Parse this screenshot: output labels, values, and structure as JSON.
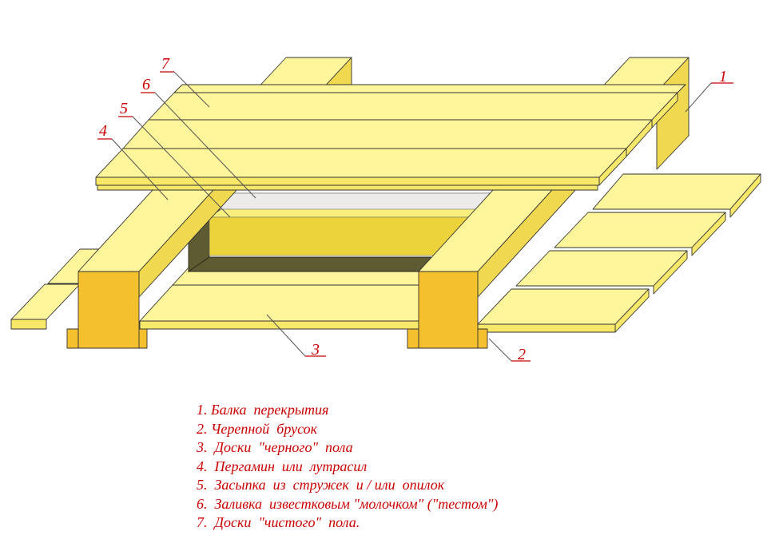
{
  "callouts": [
    {
      "label": "1"
    },
    {
      "label": "2"
    },
    {
      "label": "3"
    },
    {
      "label": "4"
    },
    {
      "label": "5"
    },
    {
      "label": "6"
    },
    {
      "label": "7"
    }
  ],
  "legend": [
    "1. Балка  перекрытия",
    "2. Черепной  брусок",
    "3.  Доски  \"черного\"  пола",
    "4.  Пергамин  или  лутрасил",
    "5.  Засыпка  из  стружек  и / или  опилок",
    "6.  Заливка  известковым \"молочком\" (\"тестом\")",
    "7.  Доски  \"чистого\"  пола."
  ],
  "colors": {
    "wood_light": "#fff59a",
    "wood_end": "#f5c02e",
    "membrane": "#5e5a32",
    "label_red": "#cc0000"
  }
}
